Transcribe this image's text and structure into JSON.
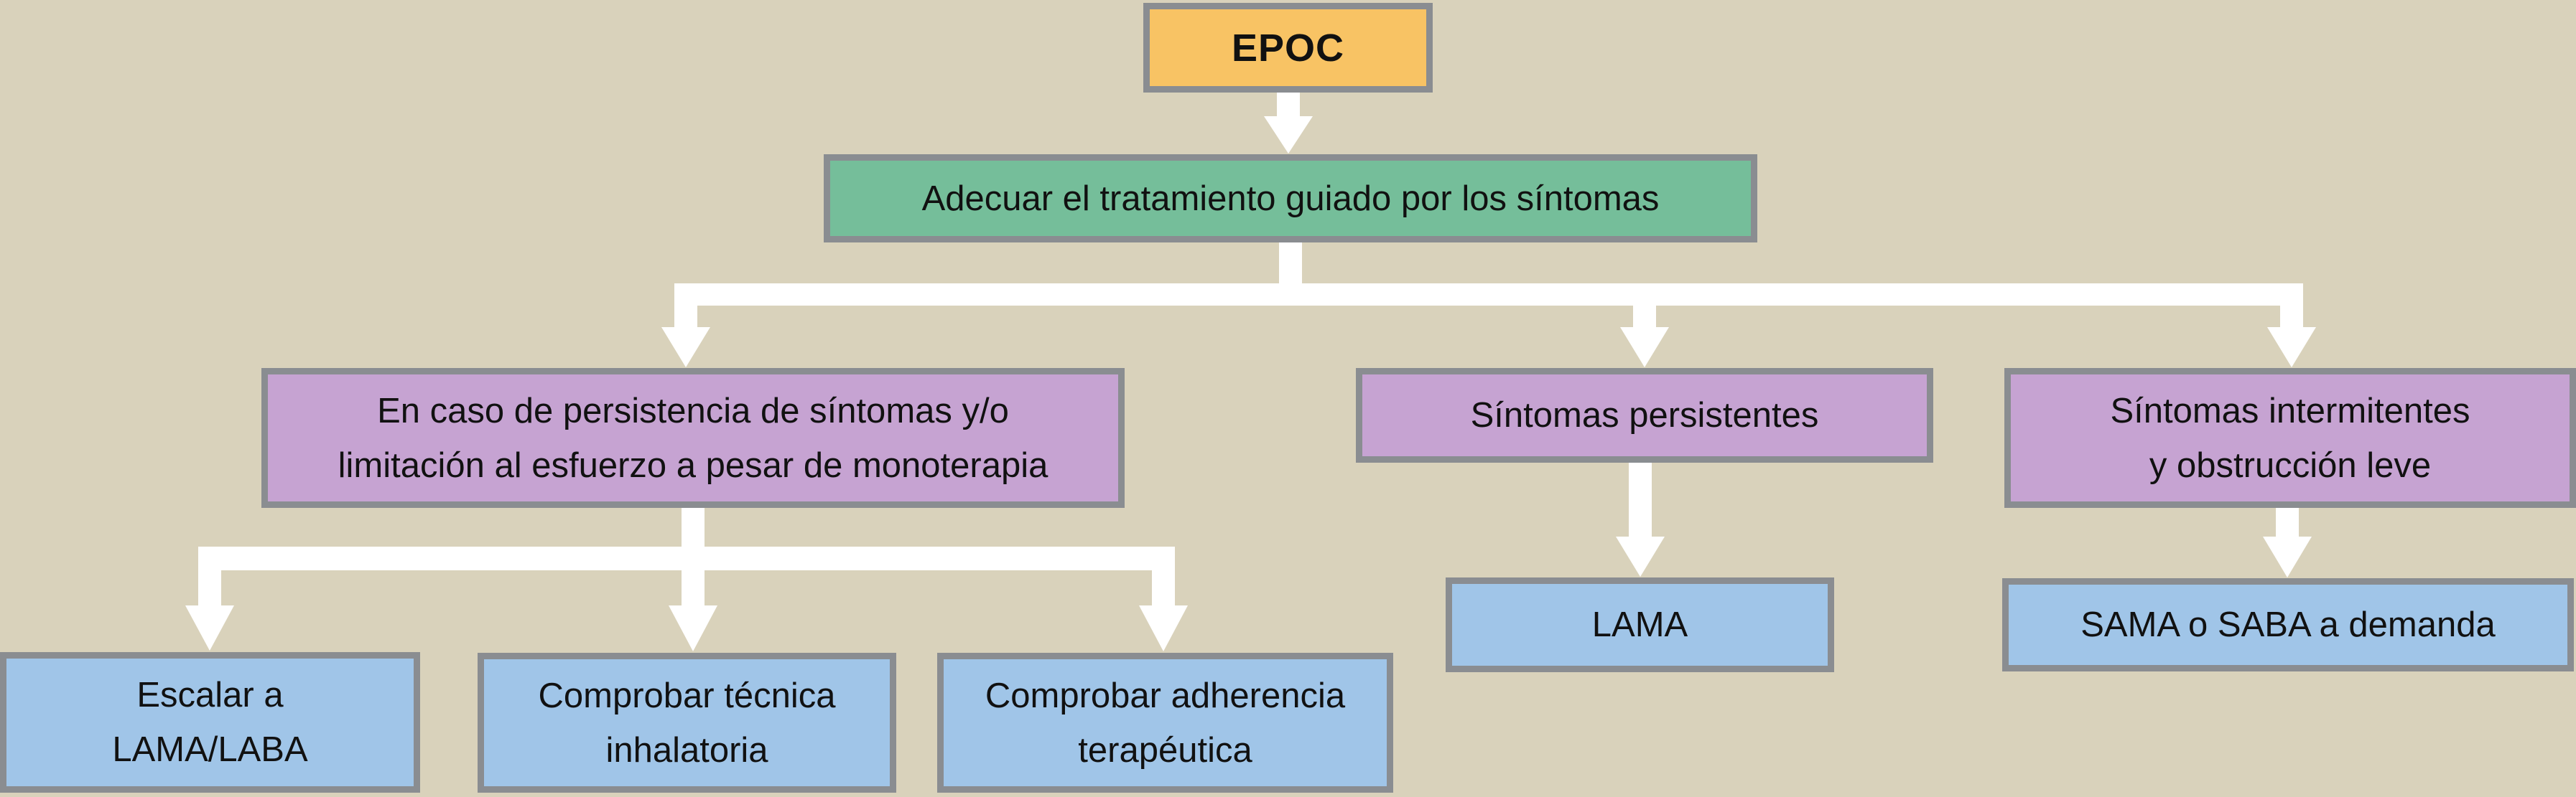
{
  "diagram": {
    "background_color": "#D9D2BB",
    "box_border_color": "#8A8D91",
    "arrow_color": "#FFFFFF",
    "text_color": "#111111",
    "node_colors": {
      "start": "#F8C364",
      "action": "#75BE9A",
      "condition": "#C6A3D2",
      "treatment": "#A0C5E8"
    },
    "nodes": {
      "epoc": {
        "label": "EPOC",
        "type": "start"
      },
      "adecuar": {
        "label": "Adecuar el tratamiento guiado por los síntomas",
        "type": "action"
      },
      "persistencia": {
        "label": "En caso de persistencia de síntomas y/o\nlimitación al esfuerzo a pesar de monoterapia",
        "type": "condition"
      },
      "persistentes": {
        "label": "Síntomas persistentes",
        "type": "condition"
      },
      "intermitentes": {
        "label": "Síntomas intermitentes\ny obstrucción leve",
        "type": "condition"
      },
      "escalar": {
        "label": "Escalar a\nLAMA/LABA",
        "type": "treatment"
      },
      "tecnica": {
        "label": "Comprobar técnica\ninhalatoria",
        "type": "treatment"
      },
      "adherencia": {
        "label": "Comprobar adherencia\nterapéutica",
        "type": "treatment"
      },
      "lama": {
        "label": "LAMA",
        "type": "treatment"
      },
      "sama": {
        "label": "SAMA o SABA a demanda",
        "type": "treatment"
      }
    },
    "edges": [
      {
        "from": "epoc",
        "to": "adecuar"
      },
      {
        "from": "adecuar",
        "to": "persistencia"
      },
      {
        "from": "adecuar",
        "to": "persistentes"
      },
      {
        "from": "adecuar",
        "to": "intermitentes"
      },
      {
        "from": "persistencia",
        "to": "escalar"
      },
      {
        "from": "persistencia",
        "to": "tecnica"
      },
      {
        "from": "persistencia",
        "to": "adherencia"
      },
      {
        "from": "persistentes",
        "to": "lama"
      },
      {
        "from": "intermitentes",
        "to": "sama"
      }
    ]
  }
}
